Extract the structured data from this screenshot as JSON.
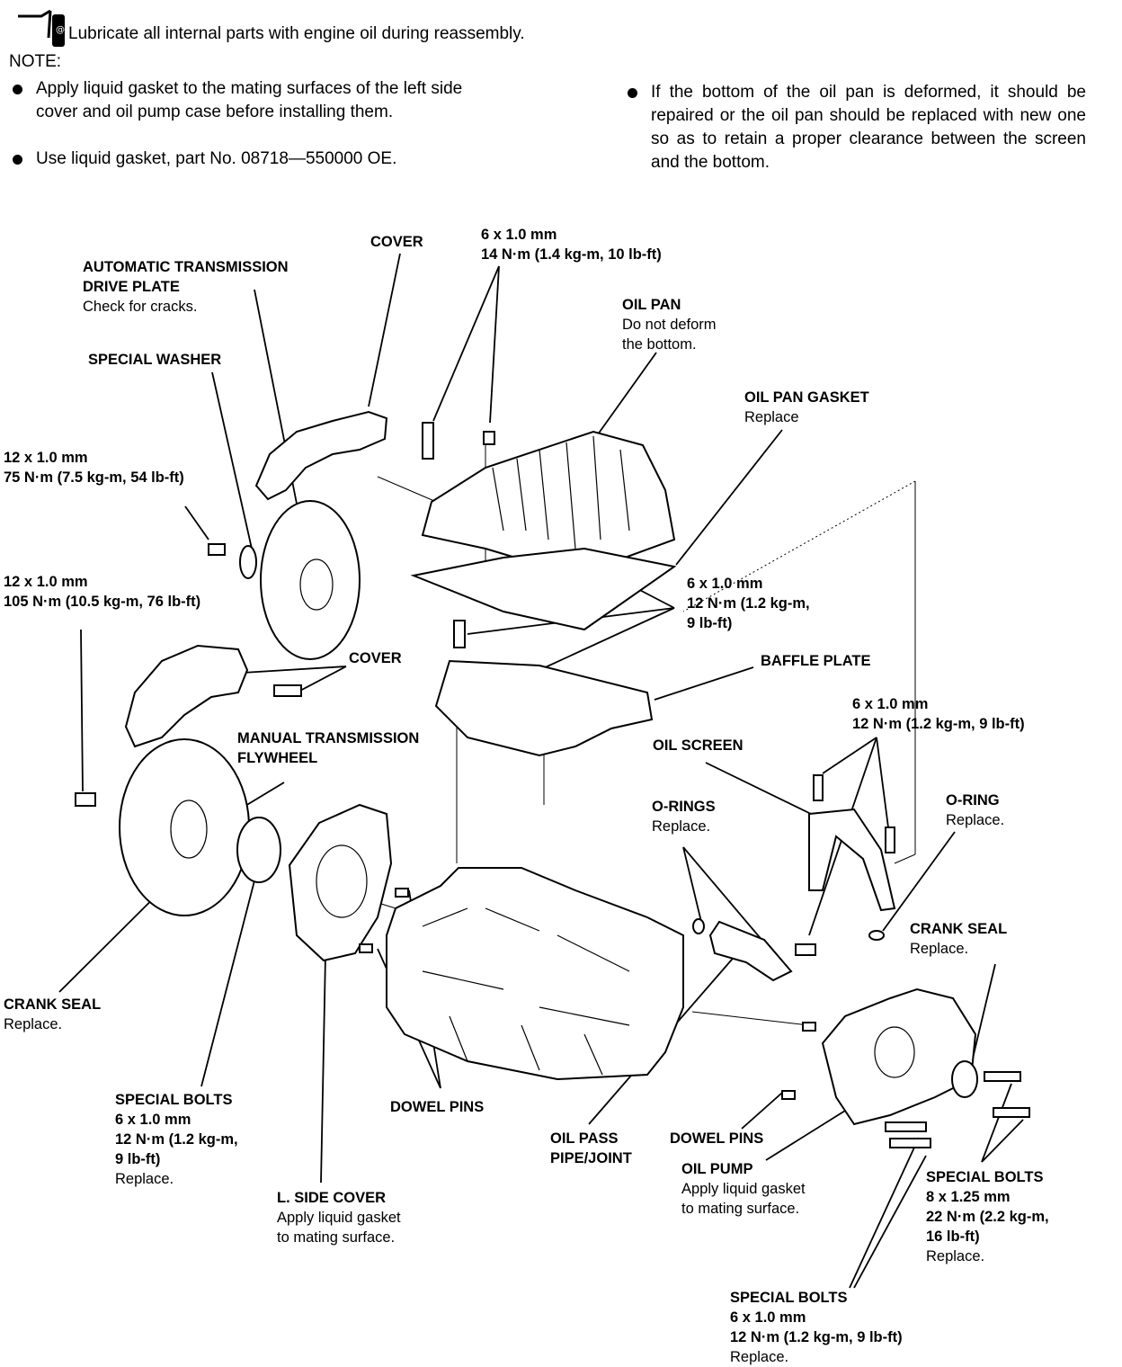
{
  "header": {
    "lube_note": "Lubricate all internal parts with engine oil during reassembly.",
    "note_title": "NOTE:",
    "notes_left": [
      "Apply liquid gasket to the mating surfaces of the left side cover and oil pump case before installing them.",
      "Use liquid gasket, part No. 08718—550000 OE."
    ],
    "notes_right": [
      "If the bottom of the oil pan is deformed, it should be repaired or the oil pan should be replaced with new one so as to retain a proper clearance between the screen and the bottom."
    ]
  },
  "labels": {
    "cover_top": {
      "title": "COVER"
    },
    "bolt_top": {
      "spec1": "6 x 1.0 mm",
      "spec2": "14 N·m (1.4 kg-m, 10 lb-ft)"
    },
    "drive_plate": {
      "title1": "AUTOMATIC TRANSMISSION",
      "title2": "DRIVE PLATE",
      "note": "Check for cracks."
    },
    "oil_pan": {
      "title": "OIL PAN",
      "note1": "Do not deform",
      "note2": "the bottom."
    },
    "special_washer": {
      "title": "SPECIAL WASHER"
    },
    "oil_pan_gasket": {
      "title": "OIL PAN GASKET",
      "note": "Replace"
    },
    "bolt_76": {
      "spec1": "12 x 1.0 mm",
      "spec2": "75 N·m (7.5 kg-m, 54 lb-ft)"
    },
    "bolt_106": {
      "spec1": "12 x 1.0 mm",
      "spec2": "105 N·m (10.5 kg-m, 76 lb-ft)"
    },
    "bolt_pan": {
      "spec1": "6 x 1.0 mm",
      "spec2": "12 N·m (1.2 kg-m,",
      "spec3": "9 lb-ft)"
    },
    "cover_mid": {
      "title": "COVER"
    },
    "baffle_plate": {
      "title": "BAFFLE PLATE"
    },
    "bolt_screen": {
      "spec1": "6 x 1.0 mm",
      "spec2": "12 N·m (1.2 kg-m, 9 lb-ft)"
    },
    "flywheel": {
      "title1": "MANUAL TRANSMISSION",
      "title2": "FLYWHEEL"
    },
    "oil_screen": {
      "title": "OIL SCREEN"
    },
    "o_rings": {
      "title": "O-RINGS",
      "note": "Replace."
    },
    "o_ring": {
      "title": "O-RING",
      "note": "Replace."
    },
    "crank_seal_right": {
      "title": "CRANK SEAL",
      "note": "Replace."
    },
    "crank_seal_left": {
      "title": "CRANK SEAL",
      "note": "Replace."
    },
    "special_bolts_left": {
      "title": "SPECIAL BOLTS",
      "spec1": "6 x 1.0 mm",
      "spec2": "12 N·m (1.2 kg-m,",
      "spec3": "9 lb-ft)",
      "note": "Replace."
    },
    "dowel_pins_left": {
      "title": "DOWEL PINS"
    },
    "oil_pass": {
      "title1": "OIL PASS",
      "title2": "PIPE/JOINT"
    },
    "dowel_pins_right": {
      "title": "DOWEL PINS"
    },
    "oil_pump": {
      "title": "OIL PUMP",
      "note1": "Apply liquid gasket",
      "note2": "to mating surface."
    },
    "special_bolts_right": {
      "title": "SPECIAL BOLTS",
      "spec1": "8 x 1.25 mm",
      "spec2": "22 N·m (2.2 kg-m,",
      "spec3": "16 lb-ft)",
      "note": "Replace."
    },
    "side_cover": {
      "title": "L. SIDE COVER",
      "note1": "Apply liquid gasket",
      "note2": "to mating surface."
    },
    "special_bolts_bottom": {
      "title": "SPECIAL BOLTS",
      "spec1": "6 x 1.0 mm",
      "spec2": "12 N·m (1.2 kg-m, 9 lb-ft)",
      "note": "Replace."
    }
  }
}
